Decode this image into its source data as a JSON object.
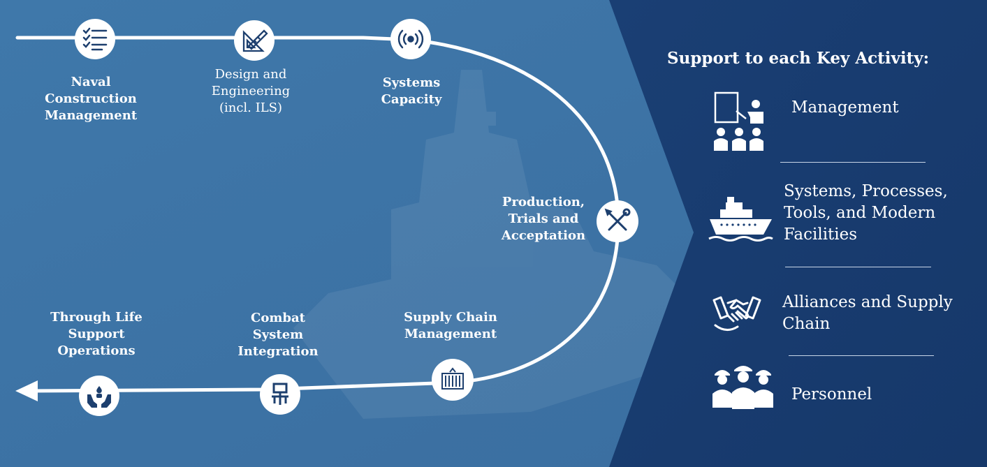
{
  "lifecycle": [
    {
      "id": "naval",
      "lines": [
        "Naval",
        "Construction",
        "Management"
      ],
      "icon": "checklist-icon"
    },
    {
      "id": "design",
      "lines": [
        "Design and",
        "Engineering",
        "(incl. ILS)"
      ],
      "icon": "ruler-triangle-icon"
    },
    {
      "id": "systems",
      "lines": [
        "Systems",
        "Capacity"
      ],
      "icon": "signal-broadcast-icon"
    },
    {
      "id": "production",
      "lines": [
        "Production,",
        "Trials and",
        "Acceptation"
      ],
      "icon": "tools-icon"
    },
    {
      "id": "supply",
      "lines": [
        "Supply Chain",
        "Management"
      ],
      "icon": "container-icon"
    },
    {
      "id": "combat",
      "lines": [
        "Combat",
        "System",
        "Integration"
      ],
      "icon": "network-node-icon"
    },
    {
      "id": "through",
      "lines": [
        "Through Life",
        "Support",
        "Operations"
      ],
      "icon": "hands-care-icon"
    }
  ],
  "support": {
    "title": "Support to each Key Activity:",
    "items": [
      {
        "lines": [
          "Management"
        ],
        "icon": "presentation-audience-icon"
      },
      {
        "lines": [
          "Systems, Processes,",
          "Tools, and Modern",
          "Facilities"
        ],
        "icon": "ship-icon"
      },
      {
        "lines": [
          "Alliances and Supply",
          "Chain"
        ],
        "icon": "handshake-icon"
      },
      {
        "lines": [
          "Personnel"
        ],
        "icon": "workers-group-icon"
      }
    ]
  },
  "colors": {
    "left_panel": "#3e74a6",
    "right_panel": "#173d72",
    "node_icon": "#1d3f6e",
    "white": "#ffffff"
  }
}
